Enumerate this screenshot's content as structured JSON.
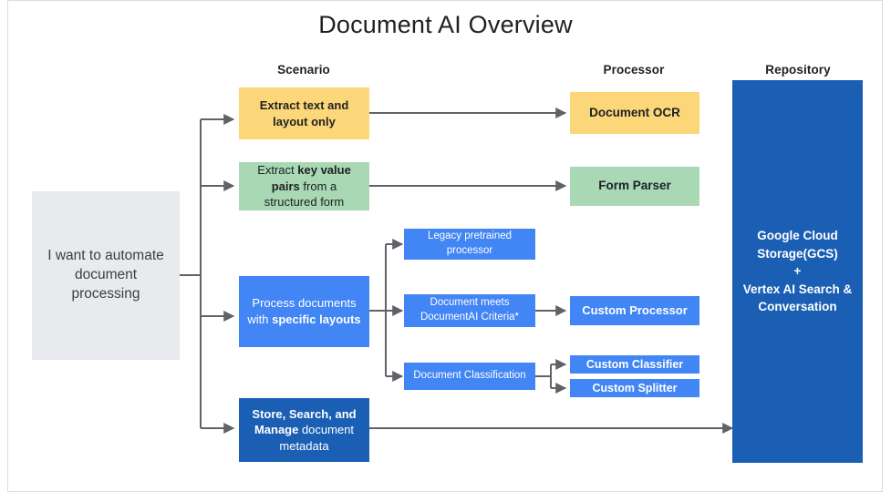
{
  "diagram": {
    "title": "Document AI Overview",
    "columns": [
      {
        "label": "Scenario"
      },
      {
        "label": "Processor"
      },
      {
        "label": "Repository"
      }
    ],
    "start": {
      "text": "I want to automate document processing",
      "color": "#e8eaed"
    },
    "scenarios": [
      {
        "name": "extract-text-and-layout",
        "text_parts": [
          {
            "t": "Extract ",
            "bold": false
          },
          {
            "t": "text and layout",
            "bold": true
          },
          {
            "t": " only",
            "bold": false
          }
        ],
        "color": "#fbd779"
      },
      {
        "name": "extract-key-value-pairs",
        "text_parts": [
          {
            "t": "Extract ",
            "bold": false
          },
          {
            "t": "key value pairs",
            "bold": true
          },
          {
            "t": " from a structured form",
            "bold": false
          }
        ],
        "color": "#a8d8b4"
      },
      {
        "name": "process-specific-layouts",
        "text_parts": [
          {
            "t": "Process documents with ",
            "bold": false
          },
          {
            "t": "specific layouts",
            "bold": true
          }
        ],
        "color": "#4285f4"
      },
      {
        "name": "store-search-manage",
        "text_parts": [
          {
            "t": "Store, Search, and Manage",
            "bold": true
          },
          {
            "t": " document metadata",
            "bold": false
          }
        ],
        "color": "#1a5fb4"
      }
    ],
    "middle": [
      {
        "name": "legacy-pretrained-processor",
        "text": "Legacy pretrained processor",
        "color": "#4285f4"
      },
      {
        "name": "document-meets-criteria",
        "text": "Document meets DocumentAI Criteria*",
        "color": "#4285f4"
      },
      {
        "name": "document-classification",
        "text": "Document Classification",
        "color": "#4285f4"
      }
    ],
    "processors": [
      {
        "name": "document-ocr",
        "text": "Document OCR",
        "color": "#fbd779"
      },
      {
        "name": "form-parser",
        "text": "Form Parser",
        "color": "#a8d8b4"
      },
      {
        "name": "custom-processor",
        "text": "Custom Processor",
        "color": "#4285f4"
      },
      {
        "name": "custom-classifier",
        "text": "Custom Classifier",
        "color": "#4285f4"
      },
      {
        "name": "custom-splitter",
        "text": "Custom Splitter",
        "color": "#4285f4"
      }
    ],
    "repository": {
      "lines": [
        "Google Cloud",
        "Storage(GCS)",
        "+",
        "Vertex AI Search &",
        "Conversation"
      ],
      "color": "#1a5fb4"
    },
    "connector_color": "#5f6368"
  }
}
